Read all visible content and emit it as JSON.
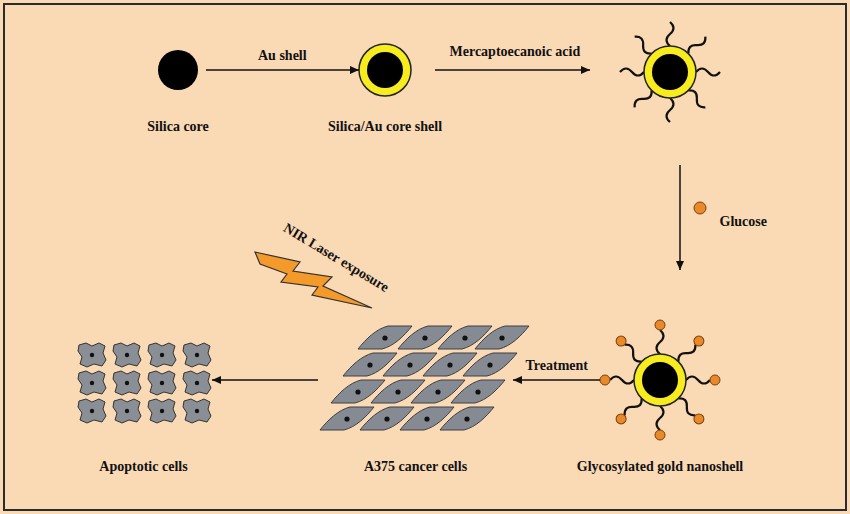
{
  "diagram": {
    "nodes": [
      {
        "text": [
          "Silica core"
        ]
      },
      {
        "text": [
          "Silica/Au core shell"
        ]
      },
      {
        "text": [
          "Glycosylated gold nanoshell"
        ]
      },
      {
        "text": [
          "A375 cancer cells"
        ]
      },
      {
        "text": [
          "Apoptotic cells"
        ]
      }
    ],
    "edges": [
      {
        "from": 0,
        "to": 1,
        "arrow": "to",
        "label": "Au shell"
      },
      {
        "from": 2,
        "to": 3,
        "arrow": "to",
        "label": "Treatment"
      },
      {
        "from": 3,
        "to": 4,
        "arrow": "to"
      }
    ],
    "labels": [
      "Mercaptoecanoic acid",
      "Glucose",
      "NIR Laser exposure"
    ]
  }
}
